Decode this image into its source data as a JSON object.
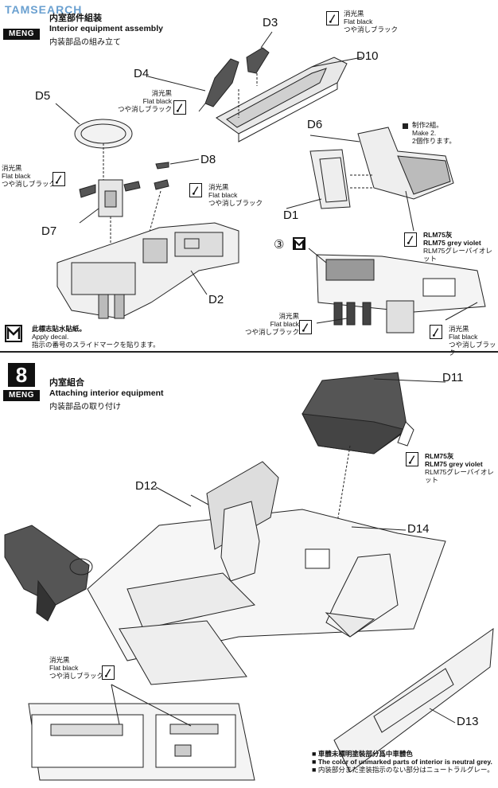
{
  "watermark": "TAMSEARCH",
  "step7": {
    "badge": "MENG",
    "title_cn": "内室部件組装",
    "title_en": "Interior equipment assembly",
    "title_jp": "内装部品の組み立て",
    "decal_note": {
      "cn": "此標志貼水貼紙。",
      "en": "Apply decal.",
      "jp": "指示の番号のスライドマークを貼ります。"
    }
  },
  "step8": {
    "number": "8",
    "badge": "MENG",
    "title_cn": "内室組合",
    "title_en": "Attaching interior equipment",
    "title_jp": "内装部品の取り付け",
    "neutral_note": {
      "cn": "車體未標明塗裝部分爲中車體色",
      "en": "The color of unmarked parts of interior is neutral grey.",
      "jp": "内装部分また塗装指示のない部分はニュートラルグレー。"
    }
  },
  "parts": {
    "d3": "D3",
    "d10": "D10",
    "d4": "D4",
    "d5": "D5",
    "d6": "D6",
    "d8": "D8",
    "d1": "D1",
    "d7": "D7",
    "d2": "D2",
    "d11": "D11",
    "d12": "D12",
    "d14": "D14",
    "d13": "D13"
  },
  "paints": {
    "flat_black": {
      "cn": "消光黒",
      "en": "Flat black",
      "jp": "つや消しブラック"
    },
    "grey_violet": {
      "cn": "RLM75灰",
      "en": "RLM75 grey violet",
      "jp": "RLM75グレーバイオレット"
    }
  },
  "make2": {
    "cn": "制作2組。",
    "en": "Make 2.",
    "jp": "2個作ります。"
  },
  "decal_number": "③"
}
